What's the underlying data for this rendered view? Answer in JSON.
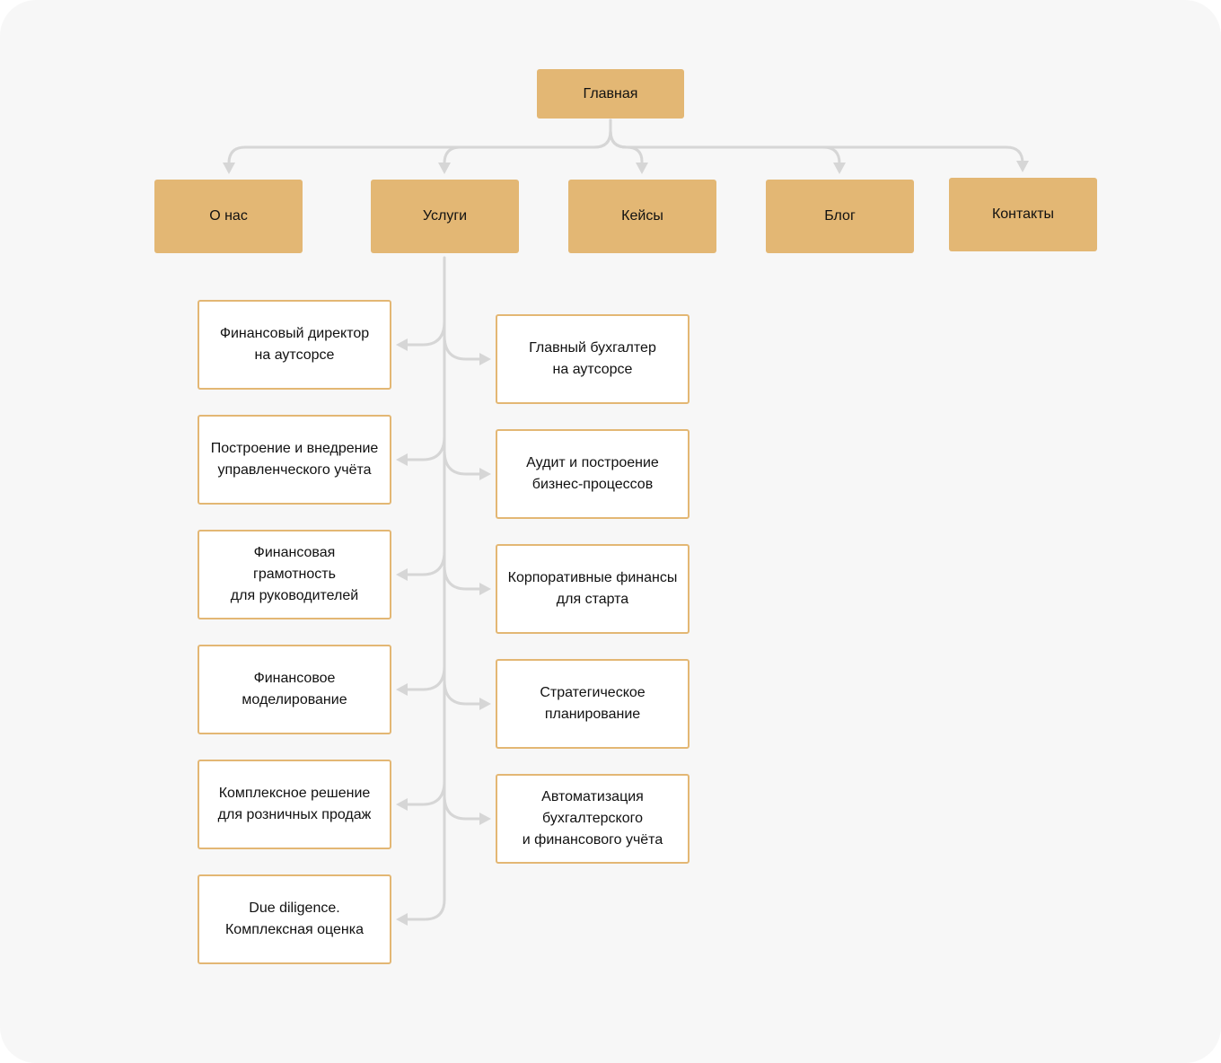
{
  "root": {
    "label": "Главная"
  },
  "top_nav": [
    {
      "label": "О нас"
    },
    {
      "label": "Услуги"
    },
    {
      "label": "Кейсы"
    },
    {
      "label": "Блог"
    },
    {
      "label": "Контакты"
    }
  ],
  "services_left": [
    {
      "label": "Финансовый директор\nна аутсорсе"
    },
    {
      "label": "Построение и внедрение\nуправленческого  учёта"
    },
    {
      "label": "Финансовая\nграмотность\nдля руководителей"
    },
    {
      "label": "Финансовое\nмоделирование"
    },
    {
      "label": "Комплексное решение\nдля розничных продаж"
    },
    {
      "label": "Due diligence.\nКомплексная оценка"
    }
  ],
  "services_right": [
    {
      "label": "Главный бухгалтер\nна аутсорсе"
    },
    {
      "label": "Аудит и построение\nбизнес-процессов"
    },
    {
      "label": "Корпоративные финансы\nдля старта"
    },
    {
      "label": "Стратегическое\nпланирование"
    },
    {
      "label": "Автоматизация\nбухгалтерского\nи финансового учёта"
    }
  ],
  "colors": {
    "node_fill": "#e3b774",
    "node_border": "#e3b774",
    "connector": "#d6d6d6",
    "background": "#f7f7f7"
  }
}
